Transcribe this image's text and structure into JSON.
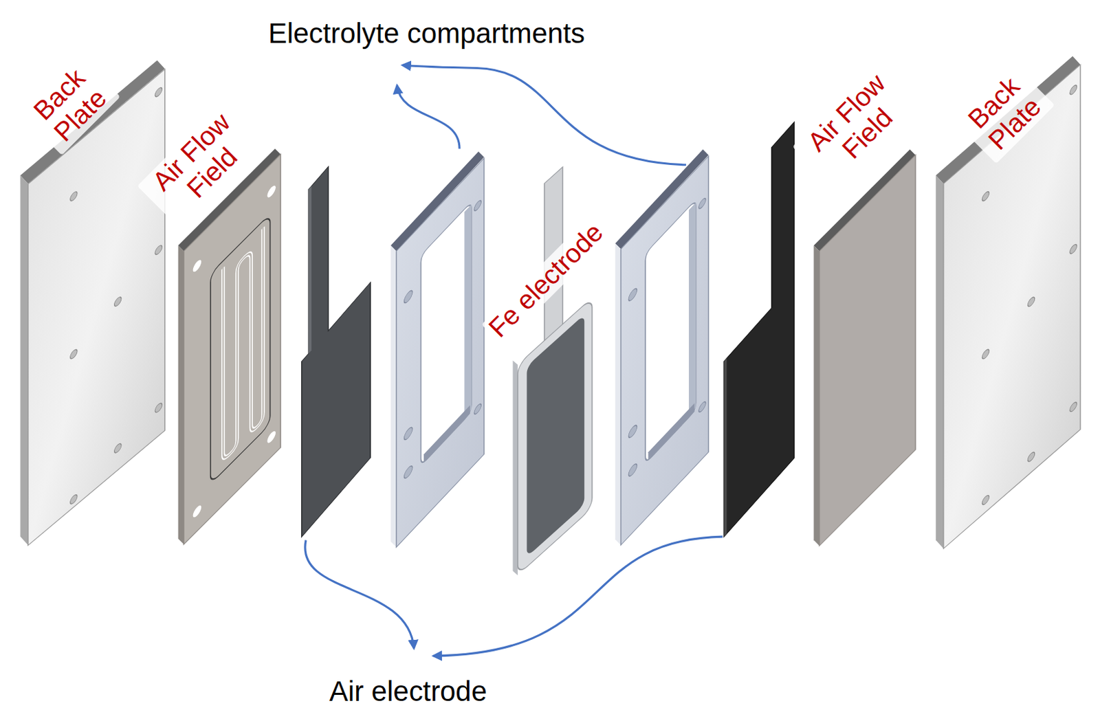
{
  "diagram": {
    "labels": [
      "Electrolyte compartments",
      "Back Plate",
      "Air Flow Field",
      "Fe electrode",
      "Air Flow Field",
      "Back Plate",
      "Air electrode"
    ]
  }
}
